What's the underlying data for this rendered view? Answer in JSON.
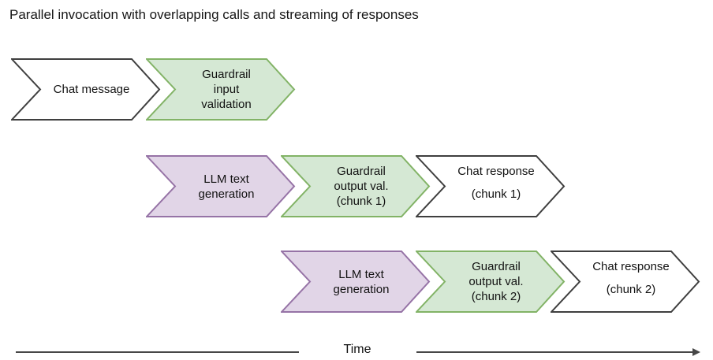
{
  "title": "Parallel invocation with overlapping calls and streaming of responses",
  "colors": {
    "green_fill": "#d5e8d4",
    "green_stroke": "#82b366",
    "purple_fill": "#e1d5e7",
    "purple_stroke": "#9673a6",
    "white_fill": "#ffffff",
    "white_stroke": "#3f3f3f",
    "axis_color": "#474747",
    "text_color": "#121212"
  },
  "shapes": [
    {
      "name": "chat-message",
      "color": "white",
      "lines": [
        "Chat message"
      ]
    },
    {
      "name": "guardrail-input-validation",
      "color": "green",
      "lines": [
        "Guardrail",
        "input",
        "validation"
      ]
    },
    {
      "name": "llm-text-generation-1",
      "color": "purple",
      "lines": [
        "LLM text",
        "generation"
      ]
    },
    {
      "name": "guardrail-output-val-chunk-1",
      "color": "green",
      "lines": [
        "Guardrail",
        "output val.",
        "(chunk 1)"
      ]
    },
    {
      "name": "chat-response-chunk-1",
      "color": "white",
      "lines": [
        "Chat response",
        "(chunk 1)"
      ]
    },
    {
      "name": "llm-text-generation-2",
      "color": "purple",
      "lines": [
        "LLM text",
        "generation"
      ]
    },
    {
      "name": "guardrail-output-val-chunk-2",
      "color": "green",
      "lines": [
        "Guardrail",
        "output val.",
        "(chunk 2)"
      ]
    },
    {
      "name": "chat-response-chunk-2",
      "color": "white",
      "lines": [
        "Chat response",
        "(chunk 2)"
      ]
    }
  ],
  "time_axis": {
    "label": "Time"
  }
}
